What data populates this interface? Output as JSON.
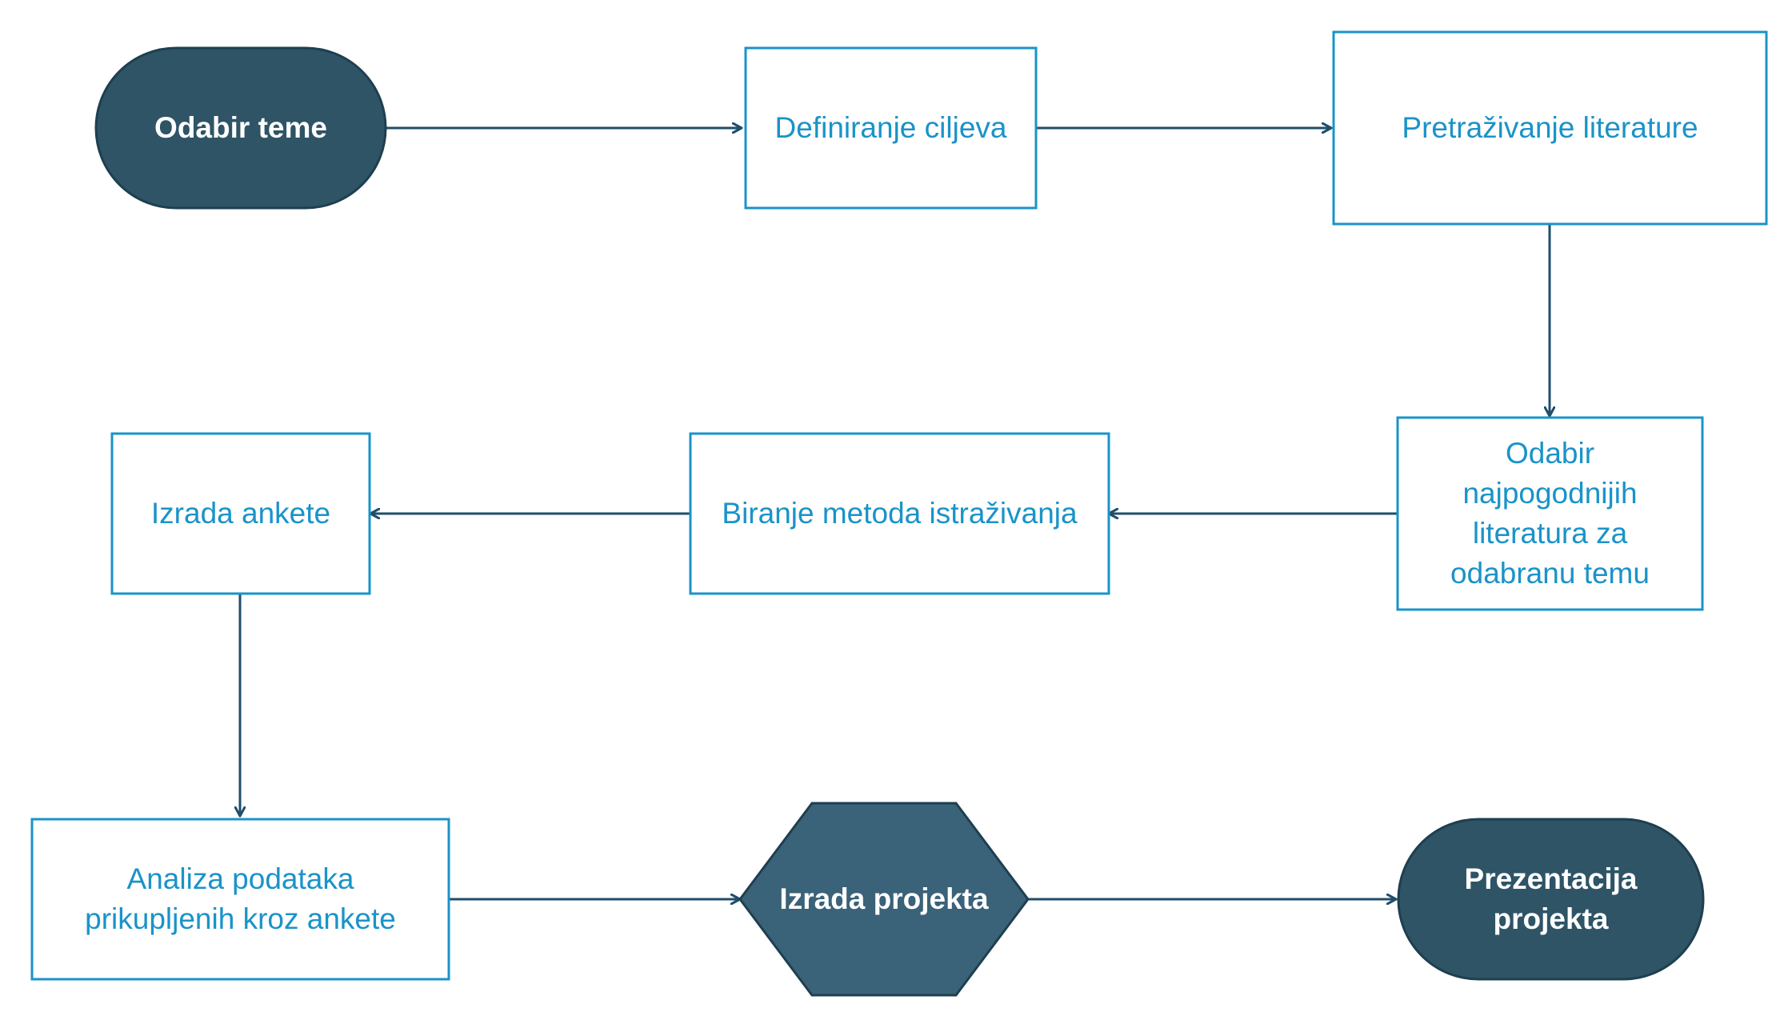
{
  "colors": {
    "box_border": "#1a93c8",
    "box_text": "#1a93c8",
    "terminal_fill": "#2e5466",
    "hexagon_fill": "#3a6278",
    "dark_text": "#ffffff",
    "arrow": "#1f4e6b"
  },
  "nodes": {
    "odabir_teme": "Odabir teme",
    "definiranje_ciljeva": "Definiranje ciljeva",
    "pretrazivanje_literature": "Pretraživanje literature",
    "odabir_literature": "Odabir najpogodnijih literatura za odabranu temu",
    "biranje_metoda": "Biranje metoda istraživanja",
    "izrada_ankete": "Izrada ankete",
    "analiza_podataka": "Analiza podataka prikupljenih kroz ankete",
    "izrada_projekta": "Izrada projekta",
    "prezentacija_projekta": "Prezentacija projekta"
  }
}
